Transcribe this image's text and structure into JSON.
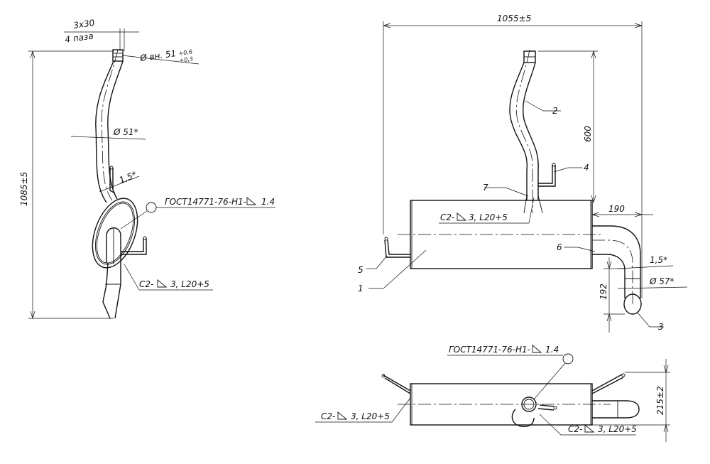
{
  "drawing": {
    "left_view": {
      "slots_count": "3х30",
      "slots_note": "4 паза",
      "inner_diameter": "Ø вн. 51",
      "inner_tol_upper": "+0,6",
      "inner_tol_lower": "+0,3",
      "pipe_diameter": "Ø 51*",
      "gap_label": "1,5*",
      "weld_standard": "ГОСТ14771-76-Н1-",
      "weld_standard_leg": "1.4",
      "weld_c2": "С2-",
      "weld_c2_tail": "3, L20+5",
      "overall_height": "1085±5"
    },
    "right_view": {
      "overall_length": "1055±5",
      "dim_600": "600",
      "dim_190": "190",
      "dim_192": "192",
      "gap_label": "1,5*",
      "outlet_diameter": "Ø 57*",
      "weld_c2": "С2-",
      "weld_c2_tail": "3, L20+5",
      "callouts": [
        "1",
        "2",
        "3",
        "4",
        "5",
        "6",
        "7"
      ]
    },
    "bottom_view": {
      "weld_standard": "ГОСТ14771-76-Н1-",
      "weld_standard_leg": "1.4",
      "weld_c2_left": "С2-",
      "weld_c2_left_tail": "3, L20+5",
      "weld_c2_right": "С2-",
      "weld_c2_right_tail": "3, L20+5",
      "height_dim": "215±2"
    }
  }
}
